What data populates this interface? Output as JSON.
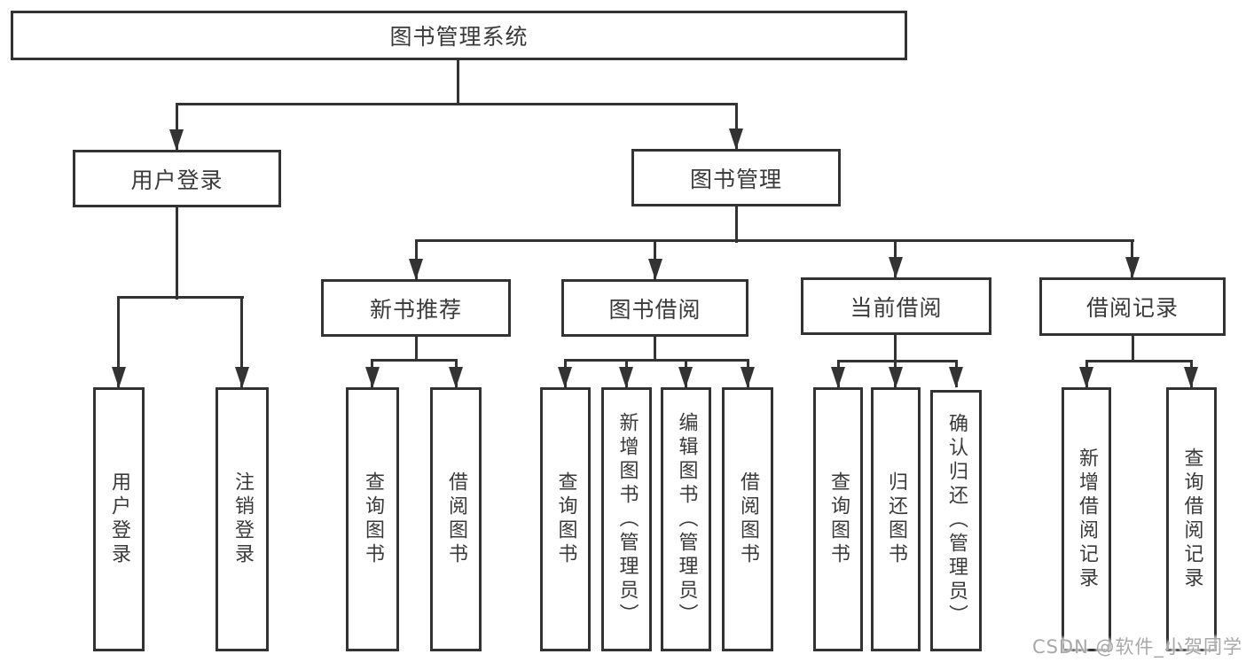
{
  "colors": {
    "line": "#333333",
    "node_border": "#333333",
    "node_text": "#3a3a3a",
    "background": "#ffffff",
    "watermark_text": "#a8a8a8"
  },
  "tree": {
    "root": {
      "label": "图书管理系统"
    },
    "branches": [
      {
        "label": "用户登录",
        "children": [
          {
            "label": "用户登录"
          },
          {
            "label": "注销登录"
          }
        ]
      },
      {
        "label": "图书管理",
        "children": [
          {
            "label": "新书推荐",
            "children": [
              {
                "label": "查询图书"
              },
              {
                "label": "借阅图书"
              }
            ]
          },
          {
            "label": "图书借阅",
            "children": [
              {
                "label": "查询图书"
              },
              {
                "label": "新增图书（管理员）"
              },
              {
                "label": "编辑图书（管理员）"
              },
              {
                "label": "借阅图书"
              }
            ]
          },
          {
            "label": "当前借阅",
            "children": [
              {
                "label": "查询图书"
              },
              {
                "label": "归还图书"
              },
              {
                "label": "确认归还（管理员）"
              }
            ]
          },
          {
            "label": "借阅记录",
            "children": [
              {
                "label": "新增借阅记录"
              },
              {
                "label": "查询借阅记录"
              }
            ]
          }
        ]
      }
    ]
  },
  "watermark": "CSDN @软件_小贺同学"
}
